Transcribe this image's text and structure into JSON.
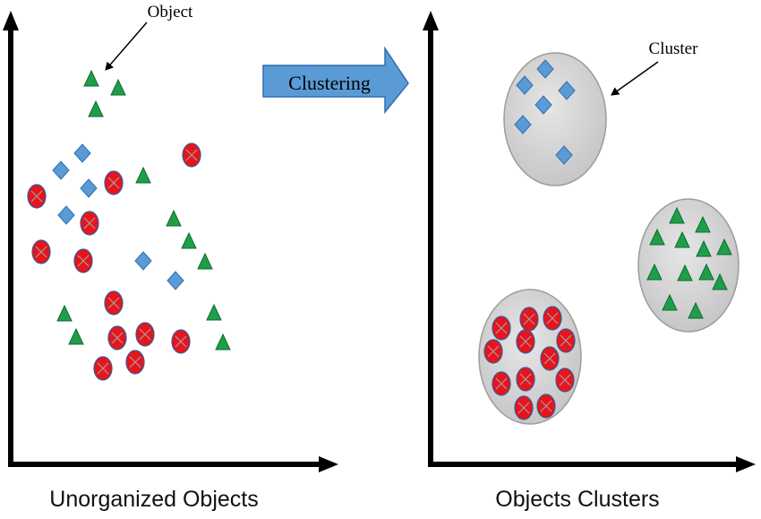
{
  "labels": {
    "object": "Object",
    "clustering": "Clustering",
    "cluster": "Cluster",
    "left_caption": "Unorganized Objects",
    "right_caption": "Objects Clusters"
  },
  "colors": {
    "circle_fill": "#e8141c",
    "circle_stroke": "#2e5d9c",
    "diamond_fill": "#5b9bd5",
    "diamond_stroke": "#2e6fb0",
    "triangle_fill": "#1f9e4a",
    "triangle_stroke": "#0f6b30",
    "cluster_fill": "#d0d0d0",
    "cluster_stroke": "#9c9c9c",
    "arrow_fill": "#5b9bd5",
    "arrow_stroke": "#2e6fb0",
    "axis": "#000000"
  },
  "icons": {
    "circle": "red-circle-x-icon",
    "diamond": "blue-diamond-icon",
    "triangle": "green-triangle-icon"
  }
}
